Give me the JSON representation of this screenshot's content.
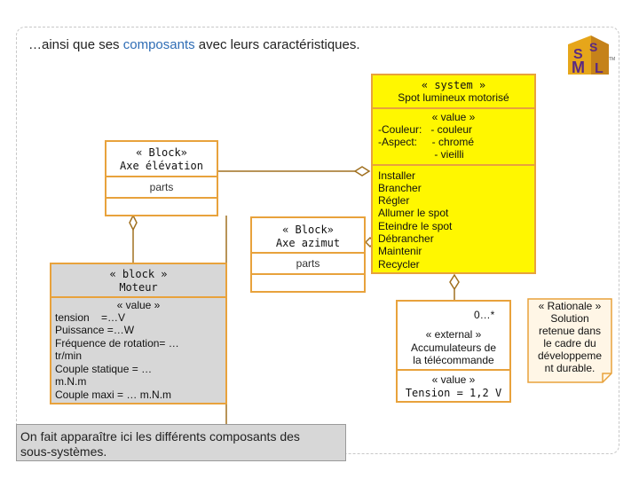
{
  "title": {
    "before": "…ainsi que ses ",
    "highlight": "composants",
    "after": " avec leurs caractéristiques."
  },
  "colors": {
    "box_border": "#e8a23c",
    "highlight_text": "#2f6db5",
    "yellow": "#fff700",
    "gray": "#d7d7d7",
    "note_bg": "#fff6e6"
  },
  "logo": {
    "icon": "sysml-logo-icon",
    "letters": "SysML",
    "tm": "TM"
  },
  "system_block": {
    "stereotype": "« system »",
    "name": "Spot lumineux motorisé",
    "value_header": "« value »",
    "value_lines": [
      "-Couleur:   - couleur",
      "-Aspect:     - chromé",
      "                   - vieilli"
    ],
    "operations": [
      "Installer",
      "Brancher",
      "Régler",
      "Allumer le spot",
      "Eteindre le spot",
      "Débrancher",
      "Maintenir",
      "Recycler"
    ]
  },
  "block_elevation": {
    "stereotype": "« Block»",
    "name": "Axe élévation",
    "parts_label": "parts"
  },
  "block_azimut": {
    "stereotype": "« Block»",
    "name": "Axe azimut",
    "parts_label": "parts"
  },
  "block_moteur": {
    "stereotype": "« block »",
    "name": "Moteur",
    "value_header": "« value »",
    "value_lines": [
      "tension    =…V",
      "Puissance =…W",
      "Fréquence de rotation= …",
      "tr/min",
      "Couple statique = …",
      "m.N.m",
      "Couple maxi = … m.N.m"
    ]
  },
  "external_block": {
    "multiplicity": "0…*",
    "stereotype": "« external »",
    "name_lines": [
      "Accumulateurs de",
      "la télécommande"
    ],
    "value_header": "« value »",
    "value_line": "Tension = 1,2 V"
  },
  "rationale_note": {
    "lines": [
      "« Rationale »",
      "Solution",
      "retenue dans",
      "le cadre du",
      "développeme",
      "nt durable."
    ]
  },
  "caption": {
    "lines": [
      "On fait apparaître ici les différents composants des",
      "sous-systèmes."
    ]
  }
}
